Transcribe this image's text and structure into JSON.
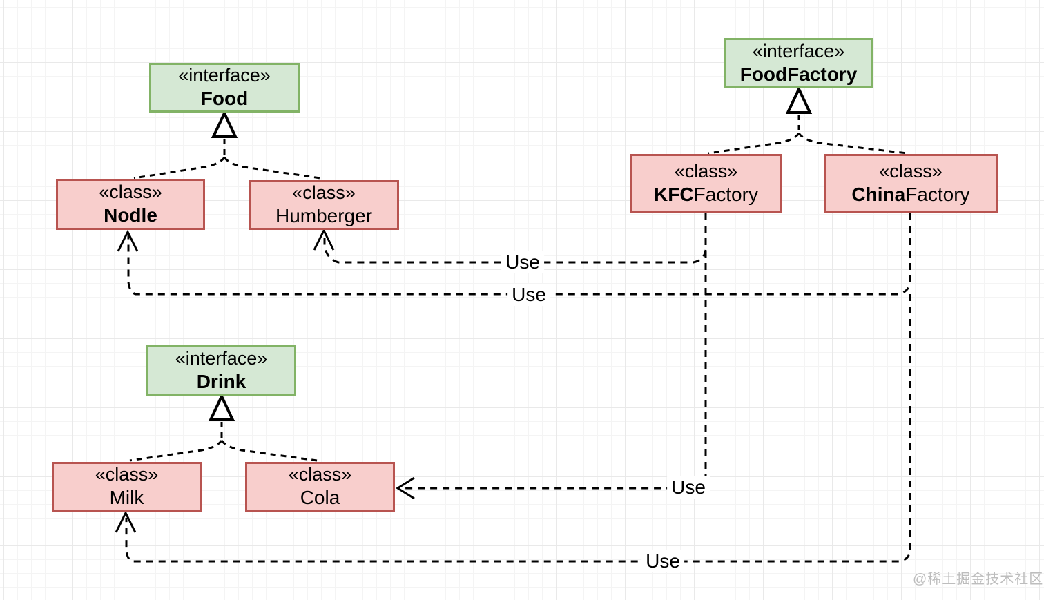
{
  "diagram": {
    "type": "uml-class-diagram",
    "nodes": {
      "food": {
        "stereotype": "«interface»",
        "name": "Food"
      },
      "nodle": {
        "stereotype": "«class»",
        "name": "Nodle"
      },
      "humberger": {
        "stereotype": "«class»",
        "name": "Humberger"
      },
      "food_factory": {
        "stereotype": "«interface»",
        "name": "FoodFactory"
      },
      "kfc_factory": {
        "stereotype": "«class»",
        "name_bold": "KFC",
        "name_rest": "Factory"
      },
      "china_factory": {
        "stereotype": "«class»",
        "name_bold": "China",
        "name_rest": "Factory"
      },
      "drink": {
        "stereotype": "«interface»",
        "name": "Drink"
      },
      "milk": {
        "stereotype": "«class»",
        "name": "Milk"
      },
      "cola": {
        "stereotype": "«class»",
        "name": "Cola"
      }
    },
    "relationships": {
      "realizations": [
        {
          "interface": "Food",
          "implementations": [
            "Nodle",
            "Humberger"
          ]
        },
        {
          "interface": "FoodFactory",
          "implementations": [
            "KFCFactory",
            "ChinaFactory"
          ]
        },
        {
          "interface": "Drink",
          "implementations": [
            "Milk",
            "Cola"
          ]
        }
      ],
      "dependencies": [
        {
          "from": "KFCFactory",
          "to": "Humberger",
          "label": "Use"
        },
        {
          "from": "ChinaFactory",
          "to": "Nodle",
          "label": "Use"
        },
        {
          "from": "KFCFactory",
          "to": "Cola",
          "label": "Use"
        },
        {
          "from": "ChinaFactory",
          "to": "Milk",
          "label": "Use"
        }
      ]
    },
    "colors": {
      "interface_fill": "#d5e8d4",
      "interface_border": "#82b366",
      "class_fill": "#f8cecc",
      "class_border": "#b85450",
      "line": "#000000",
      "grid_minor": "#f4f4f4",
      "grid_major": "#e9e9e9"
    }
  },
  "watermark": {
    "text": "@稀土掘金技术社区"
  }
}
